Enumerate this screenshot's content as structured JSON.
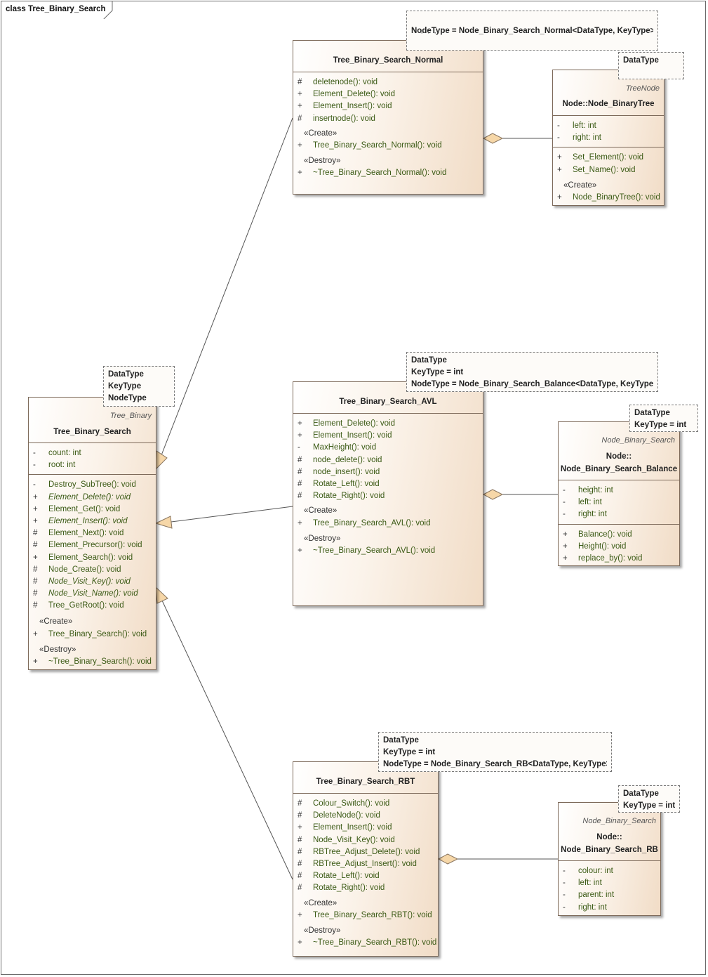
{
  "diagram": {
    "title": "class Tree_Binary_Search"
  },
  "classes": {
    "tbs": {
      "parent": "Tree_Binary",
      "name": "Tree_Binary_Search",
      "template": [
        "DataType",
        "KeyType",
        "NodeType"
      ],
      "attributes": [
        {
          "vis": "-",
          "name": "count: int"
        },
        {
          "vis": "-",
          "name": "root: int"
        }
      ],
      "operations": [
        {
          "vis": "-",
          "name": "Destroy_SubTree(): void"
        },
        {
          "vis": "+",
          "name": "Element_Delete(): void",
          "abstract": true
        },
        {
          "vis": "+",
          "name": "Element_Get(): void"
        },
        {
          "vis": "+",
          "name": "Element_Insert(): void",
          "abstract": true
        },
        {
          "vis": "#",
          "name": "Element_Next(): void"
        },
        {
          "vis": "#",
          "name": "Element_Precursor(): void"
        },
        {
          "vis": "+",
          "name": "Element_Search(): void"
        },
        {
          "vis": "#",
          "name": "Node_Create(): void"
        },
        {
          "vis": "#",
          "name": "Node_Visit_Key(): void",
          "abstract": true
        },
        {
          "vis": "#",
          "name": "Node_Visit_Name(): void",
          "abstract": true
        },
        {
          "vis": "#",
          "name": "Tree_GetRoot(): void"
        }
      ],
      "create_label": "«Create»",
      "create": [
        {
          "vis": "+",
          "name": "Tree_Binary_Search(): void"
        }
      ],
      "destroy_label": "«Destroy»",
      "destroy": [
        {
          "vis": "+",
          "name": "~Tree_Binary_Search(): void"
        }
      ]
    },
    "normal": {
      "name": "Tree_Binary_Search_Normal",
      "template": [
        "· · ·",
        "NodeType = Node_Binary_Search_Normal<DataType, KeyType>"
      ],
      "operations": [
        {
          "vis": "#",
          "name": "deletenode(): void"
        },
        {
          "vis": "+",
          "name": "Element_Delete(): void"
        },
        {
          "vis": "+",
          "name": "Element_Insert(): void"
        },
        {
          "vis": "#",
          "name": "insertnode(): void"
        }
      ],
      "create_label": "«Create»",
      "create": [
        {
          "vis": "+",
          "name": "Tree_Binary_Search_Normal(): void"
        }
      ],
      "destroy_label": "«Destroy»",
      "destroy": [
        {
          "vis": "+",
          "name": "~Tree_Binary_Search_Normal(): void"
        }
      ]
    },
    "nbt": {
      "parent": "TreeNode",
      "name": "Node::Node_BinaryTree",
      "template": [
        "DataType"
      ],
      "attributes": [
        {
          "vis": "-",
          "name": "left: int"
        },
        {
          "vis": "-",
          "name": "right: int"
        }
      ],
      "operations": [
        {
          "vis": "+",
          "name": "Set_Element(): void"
        },
        {
          "vis": "+",
          "name": "Set_Name(): void"
        }
      ],
      "create_label": "«Create»",
      "create": [
        {
          "vis": "+",
          "name": "Node_BinaryTree(): void"
        }
      ]
    },
    "avl": {
      "name": "Tree_Binary_Search_AVL",
      "template": [
        "DataType",
        "KeyType = int",
        "NodeType = Node_Binary_Search_Balance<DataType, KeyType>"
      ],
      "operations": [
        {
          "vis": "+",
          "name": "Element_Delete(): void"
        },
        {
          "vis": "+",
          "name": "Element_Insert(): void"
        },
        {
          "vis": "-",
          "name": "MaxHeight(): void"
        },
        {
          "vis": "#",
          "name": "node_delete(): void"
        },
        {
          "vis": "#",
          "name": "node_insert(): void"
        },
        {
          "vis": "#",
          "name": "Rotate_Left(): void"
        },
        {
          "vis": "#",
          "name": "Rotate_Right(): void"
        }
      ],
      "create_label": "«Create»",
      "create": [
        {
          "vis": "+",
          "name": "Tree_Binary_Search_AVL(): void"
        }
      ],
      "destroy_label": "«Destroy»",
      "destroy": [
        {
          "vis": "+",
          "name": "~Tree_Binary_Search_AVL(): void"
        }
      ]
    },
    "balance": {
      "parent": "Node_Binary_Search",
      "name_line1": "Node::",
      "name_line2": "Node_Binary_Search_Balance",
      "template": [
        "DataType",
        "KeyType = int"
      ],
      "attributes": [
        {
          "vis": "-",
          "name": "height: int"
        },
        {
          "vis": "-",
          "name": "left: int"
        },
        {
          "vis": "-",
          "name": "right: int"
        }
      ],
      "operations": [
        {
          "vis": "+",
          "name": "Balance(): void"
        },
        {
          "vis": "+",
          "name": "Height(): void"
        },
        {
          "vis": "+",
          "name": "replace_by(): void"
        }
      ]
    },
    "rbt": {
      "name": "Tree_Binary_Search_RBT",
      "template": [
        "DataType",
        "KeyType = int",
        "NodeType = Node_Binary_Search_RB<DataType, KeyType>"
      ],
      "operations": [
        {
          "vis": "#",
          "name": "Colour_Switch(): void"
        },
        {
          "vis": "#",
          "name": "DeleteNode(): void"
        },
        {
          "vis": "+",
          "name": "Element_Insert(): void"
        },
        {
          "vis": "#",
          "name": "Node_Visit_Key(): void"
        },
        {
          "vis": "#",
          "name": "RBTree_Adjust_Delete(): void"
        },
        {
          "vis": "#",
          "name": "RBTree_Adjust_Insert(): void"
        },
        {
          "vis": "#",
          "name": "Rotate_Left(): void"
        },
        {
          "vis": "#",
          "name": "Rotate_Right(): void"
        }
      ],
      "create_label": "«Create»",
      "create": [
        {
          "vis": "+",
          "name": "Tree_Binary_Search_RBT(): void"
        }
      ],
      "destroy_label": "«Destroy»",
      "destroy": [
        {
          "vis": "+",
          "name": "~Tree_Binary_Search_RBT(): void"
        }
      ]
    },
    "rb": {
      "parent": "Node_Binary_Search",
      "name_line1": "Node::",
      "name_line2": "Node_Binary_Search_RB",
      "template": [
        "DataType",
        "KeyType = int"
      ],
      "attributes": [
        {
          "vis": "-",
          "name": "colour: int"
        },
        {
          "vis": "-",
          "name": "left: int"
        },
        {
          "vis": "-",
          "name": "parent: int"
        },
        {
          "vis": "-",
          "name": "right: int"
        }
      ]
    }
  },
  "colors": {
    "class_fill_light": "#ffffff",
    "class_fill_dark": "#f1dcc6",
    "border": "#7d6a5a",
    "member_text": "#3b5a15",
    "arrow_fill": "#f6d7a8"
  }
}
